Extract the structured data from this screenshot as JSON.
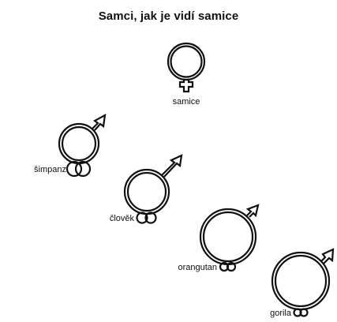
{
  "title": "Samci, jak je vidí samice",
  "labels": {
    "female": "samice",
    "chimp": "šimpanz",
    "human": "člověk",
    "orangutan": "orangutan",
    "gorilla": "gorila"
  },
  "colors": {
    "stroke": "#111111",
    "background": "#ffffff"
  }
}
